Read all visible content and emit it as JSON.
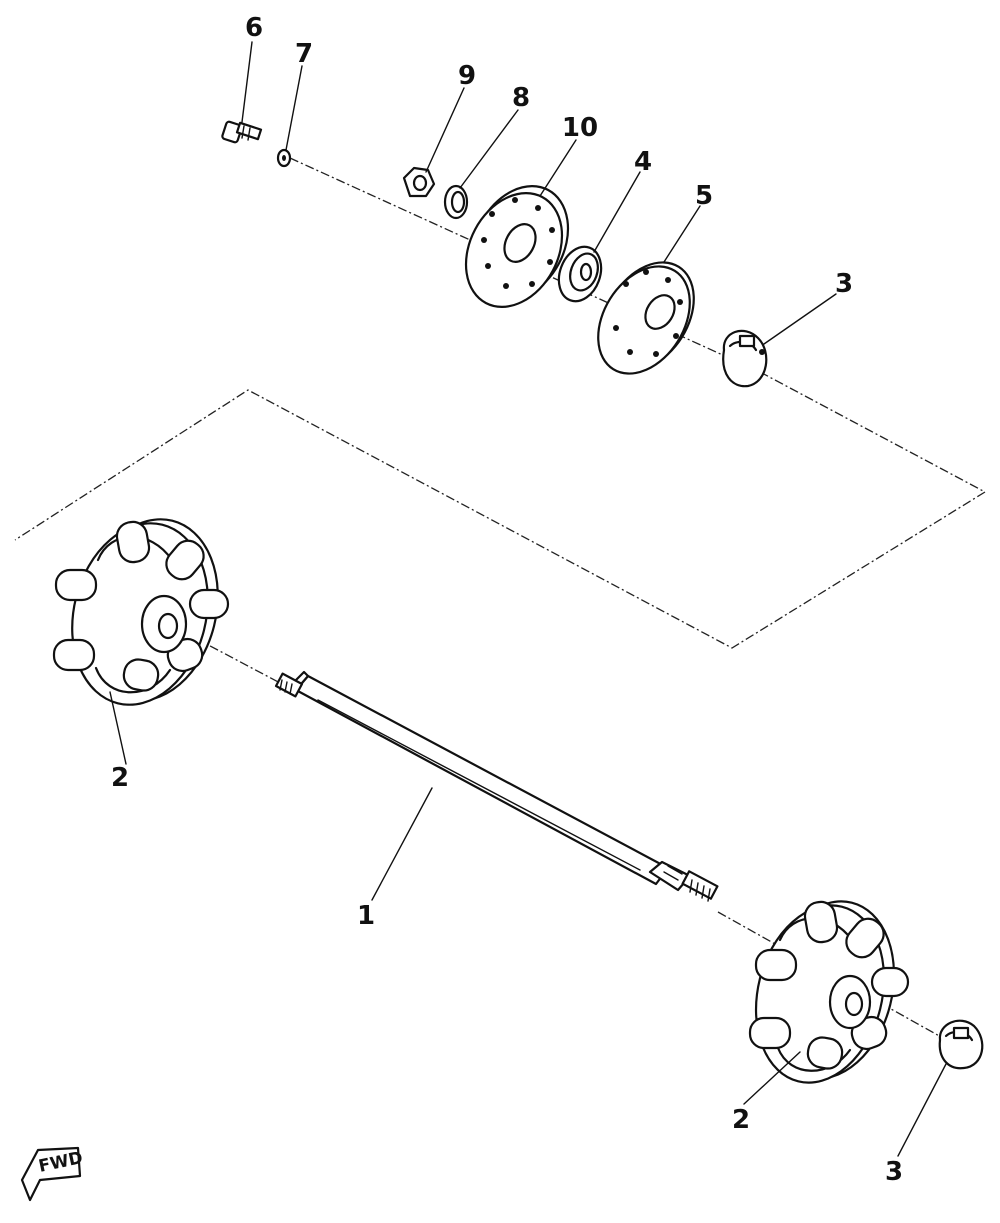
{
  "callouts": {
    "c1": "1",
    "c2a": "2",
    "c2b": "2",
    "c3a": "3",
    "c3b": "3",
    "c4": "4",
    "c5": "5",
    "c6": "6",
    "c7": "7",
    "c8": "8",
    "c9": "9",
    "c10": "10"
  },
  "fwd_label": "FWD",
  "colors": {
    "ink": "#111111",
    "paper": "#ffffff"
  }
}
